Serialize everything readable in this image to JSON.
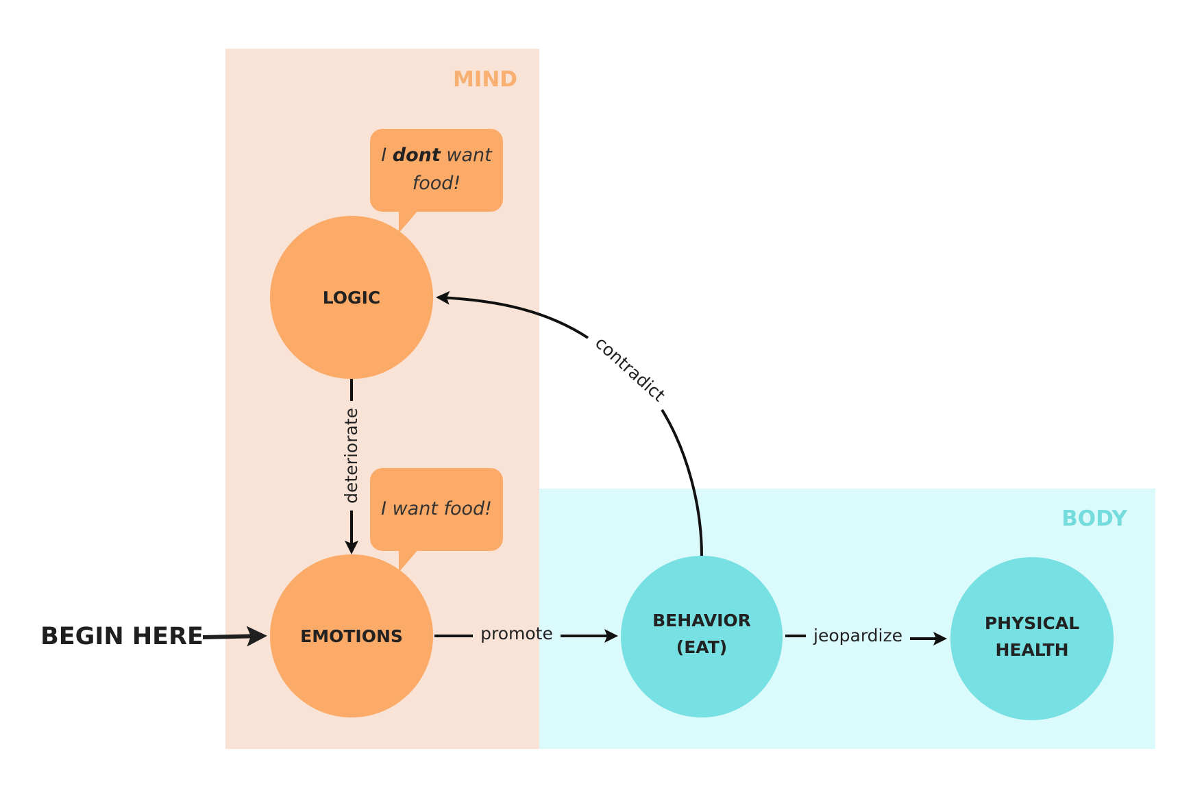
{
  "colors": {
    "mind_region": "#F9E3D6",
    "body_region": "#DBFAFB",
    "mind_node": "#FBAA68",
    "body_node": "#77E0E2",
    "mind_title": "#F8AF72",
    "body_title": "#74DCDC",
    "bubble": "#FBAA68",
    "arrow": "#111111"
  },
  "regions": {
    "mind": {
      "title": "MIND"
    },
    "body": {
      "title": "BODY"
    }
  },
  "nodes": {
    "logic": {
      "label": "LOGIC"
    },
    "emotions": {
      "label": "EMOTIONS"
    },
    "behavior": {
      "line1": "BEHAVIOR",
      "line2": "(EAT)"
    },
    "physical_health": {
      "line1": "PHYSICAL",
      "line2": "HEALTH"
    }
  },
  "bubbles": {
    "logic": {
      "pre": "I ",
      "bold": "dont",
      "post": " want",
      "line2": "food!"
    },
    "emotions": {
      "text": "I want food!"
    }
  },
  "edges": {
    "logic_to_emotions": "deteriorate",
    "emotions_to_behavior": "promote",
    "behavior_to_health": "jeopardize",
    "behavior_to_logic": "contradict"
  },
  "start": {
    "label": "BEGIN HERE"
  }
}
